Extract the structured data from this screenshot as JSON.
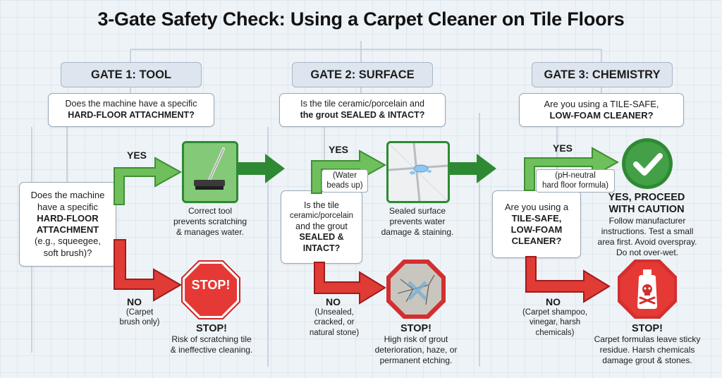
{
  "title": "3-Gate Safety Check: Using a Carpet Cleaner on Tile Floors",
  "colors": {
    "green": "#4caf50",
    "green_dark": "#2e8a32",
    "red": "#d32f2f",
    "red_dark": "#9e1b1b",
    "header_bg": "#dde5ee"
  },
  "gate1": {
    "header": "GATE 1: TOOL",
    "question_lines": [
      "Does the machine have a specific",
      "HARD-FLOOR ATTACHMENT?"
    ],
    "side_question": [
      "Does the machine",
      "have a specific",
      "HARD-FLOOR",
      "ATTACHMENT",
      "(e.g., squeegee,",
      "soft brush)?"
    ],
    "yes_label": "YES",
    "yes_icon": "squeegee-icon",
    "yes_desc": [
      "Correct tool",
      "prevents scratching",
      "& manages water."
    ],
    "no_label": "NO",
    "no_note": [
      "(Carpet",
      "brush only)"
    ],
    "stop_sign_text": "STOP!",
    "stop_label": "STOP!",
    "stop_desc": [
      "Risk of scratching tile",
      "& ineffective cleaning."
    ]
  },
  "gate2": {
    "header": "GATE 2: SURFACE",
    "question_lines": [
      "Is the tile ceramic/porcelain and",
      "the grout SEALED & INTACT?"
    ],
    "side_question": [
      "Is the tile",
      "ceramic/porcelain",
      "and the grout",
      "SEALED &",
      "INTACT?"
    ],
    "yes_label": "YES",
    "yes_note": [
      "(Water",
      "beads up)"
    ],
    "yes_icon": "sealed-tile-icon",
    "yes_desc": [
      "Sealed surface",
      "prevents water",
      "damage & staining."
    ],
    "no_label": "NO",
    "no_note": [
      "(Unsealed,",
      "cracked, or",
      "natural stone)"
    ],
    "stop_icon": "cracked-tile-icon",
    "stop_label": "STOP!",
    "stop_desc": [
      "High risk of grout",
      "deterioration, haze, or",
      "permanent etching."
    ]
  },
  "gate3": {
    "header": "GATE 3: CHEMISTRY",
    "question_lines": [
      "Are you using a TILE-SAFE,",
      "LOW-FOAM CLEANER?"
    ],
    "side_question": [
      "Are you using a",
      "TILE-SAFE,",
      "LOW-FOAM",
      "CLEANER?"
    ],
    "yes_label": "YES",
    "yes_note": [
      "(pH-neutral",
      "hard floor formula)"
    ],
    "yes_icon": "checkmark-icon",
    "proceed_label": [
      "YES, PROCEED",
      "WITH CAUTION"
    ],
    "proceed_desc": [
      "Follow manufacturer",
      "instructions. Test a small",
      "area first. Avoid overspray.",
      "Do not over-wet."
    ],
    "no_label": "NO",
    "no_note": [
      "(Carpet shampoo,",
      "vinegar, harsh",
      "chemicals)"
    ],
    "stop_icon": "poison-bottle-icon",
    "stop_label": "STOP!",
    "stop_desc": [
      "Carpet formulas leave sticky",
      "residue. Harsh chemicals",
      "damage grout & stones."
    ]
  }
}
